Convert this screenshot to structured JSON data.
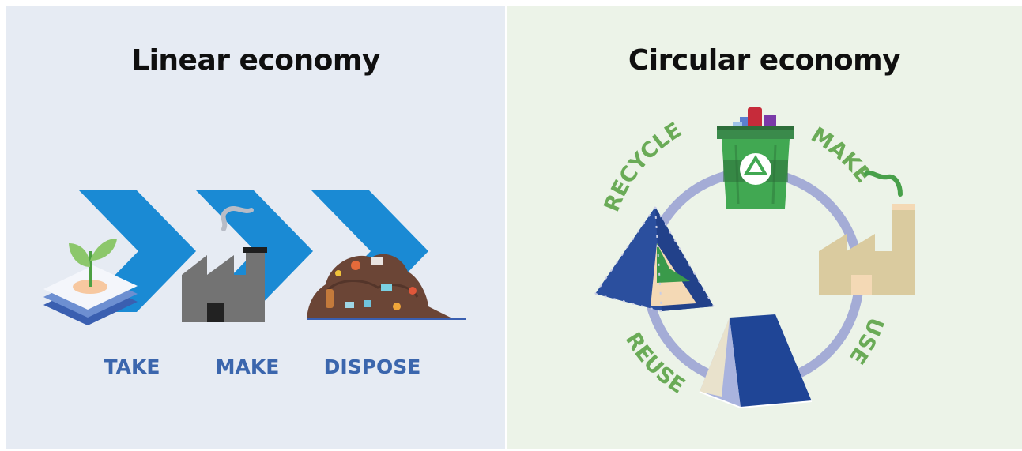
{
  "linear": {
    "title": "Linear economy",
    "steps": [
      {
        "label": "TAKE",
        "icon": "seedling-icon"
      },
      {
        "label": "MAKE",
        "icon": "factory-icon"
      },
      {
        "label": "DISPOSE",
        "icon": "garbage-pile-icon"
      }
    ],
    "colors": {
      "arrow": "#1a8ad4",
      "label": "#3b66ad",
      "background": "#e6ebf3"
    }
  },
  "circular": {
    "title": "Circular economy",
    "stages": [
      {
        "label": "RECYCLE",
        "icon": "recycling-bin-icon"
      },
      {
        "label": "MAKE",
        "icon": "factory-icon"
      },
      {
        "label": "USE",
        "icon": "tent-icon"
      },
      {
        "label": "REUSE",
        "icon": "patched-tent-icon"
      }
    ],
    "colors": {
      "ring": "#a4acd6",
      "label": "#6aab57",
      "background": "#ecf3e8"
    }
  }
}
